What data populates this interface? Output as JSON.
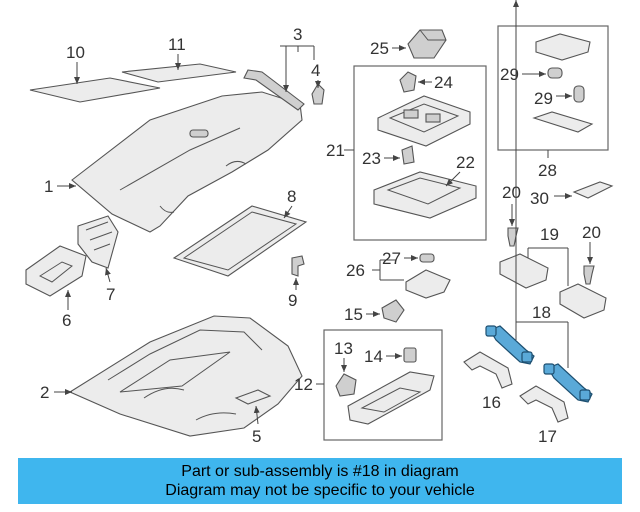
{
  "banner": {
    "line1": "Part or sub-assembly is #18 in diagram",
    "line2": "Diagram may not be specific to your vehicle",
    "color": "#3fb6ee"
  },
  "callouts": {
    "c1": "1",
    "c2": "2",
    "c3": "3",
    "c4": "4",
    "c5": "5",
    "c6": "6",
    "c7": "7",
    "c8": "8",
    "c9": "9",
    "c10": "10",
    "c11": "11",
    "c12": "12",
    "c13": "13",
    "c14": "14",
    "c15": "15",
    "c16": "16",
    "c17": "17",
    "c18": "18",
    "c19": "19",
    "c20a": "20",
    "c20b": "20",
    "c21": "21",
    "c22": "22",
    "c23": "23",
    "c24": "24",
    "c25": "25",
    "c26": "26",
    "c27": "27",
    "c28": "28",
    "c29a": "29",
    "c29b": "29",
    "c30": "30"
  },
  "highlight_color": "#5aa9d8"
}
